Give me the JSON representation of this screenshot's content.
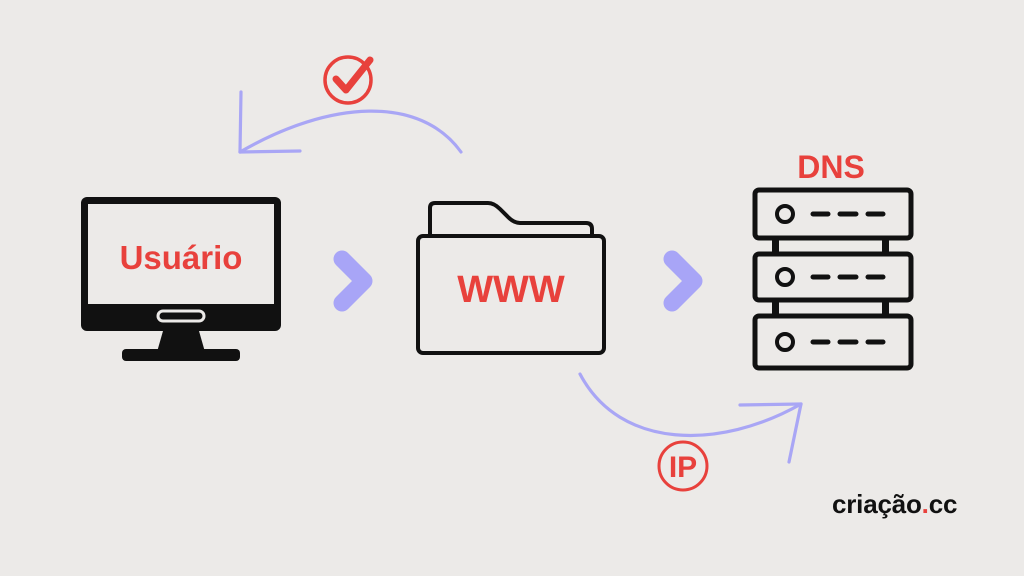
{
  "labels": {
    "user": "Usuário",
    "www": "WWW",
    "dns": "DNS",
    "ip": "IP"
  },
  "brand": {
    "name": "criação",
    "dot": ".",
    "suffix": "cc"
  },
  "icons": {
    "computer": "monitor-icon",
    "folder": "folder-icon",
    "server": "server-stack-icon",
    "check": "check-circle-icon",
    "chevron": "chevron-right-icon"
  },
  "colors": {
    "background": "#ECEAE8",
    "accent_red": "#E8413C",
    "arrow_lavender": "#A9A6F5",
    "chevron": "#A8A5F7",
    "ink": "#111111"
  }
}
